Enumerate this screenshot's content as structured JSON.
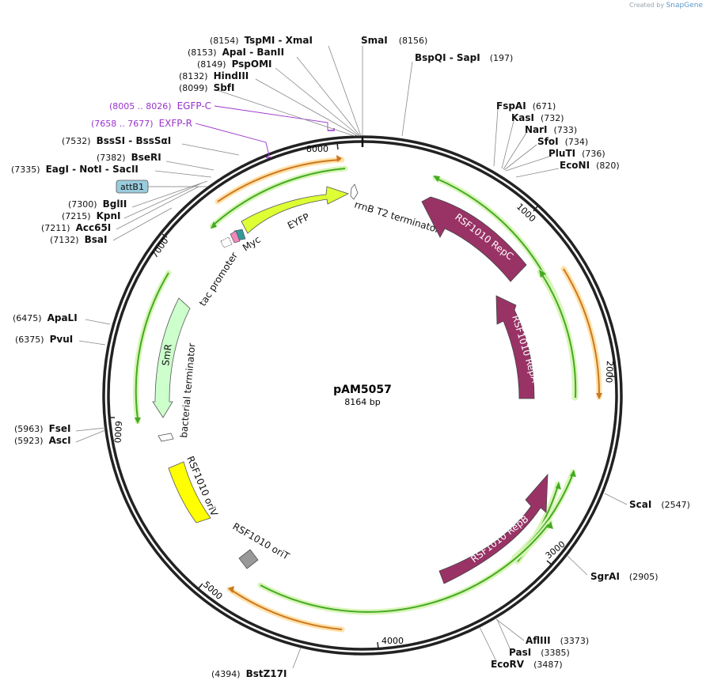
{
  "watermark": {
    "prefix": "Created by",
    "brand": "SnapGene"
  },
  "plasmid": {
    "name": "pAM5057",
    "size_label": "8164 bp",
    "length": 8164
  },
  "ticks": [
    "1000",
    "2000",
    "3000",
    "4000",
    "5000",
    "6000",
    "7000",
    "8000"
  ],
  "enzymes": [
    {
      "id": "e1",
      "pos": "(8154)",
      "name": "TspMI  - XmaI"
    },
    {
      "id": "e2",
      "pos": "(8153)",
      "name": "ApaI  - BanII"
    },
    {
      "id": "e3",
      "pos": "(8149)",
      "name": "PspOMI"
    },
    {
      "id": "e4",
      "pos": "(8132)",
      "name": "HindIII"
    },
    {
      "id": "e5",
      "pos": "(8099)",
      "name": "SbfI"
    },
    {
      "id": "e6",
      "pos": "(8156)",
      "name": "SmaI"
    },
    {
      "id": "e7",
      "pos": "(197)",
      "name": "BspQI  - SapI"
    },
    {
      "id": "e8",
      "pos": "(671)",
      "name": "FspAI"
    },
    {
      "id": "e9",
      "pos": "(732)",
      "name": "KasI"
    },
    {
      "id": "e10",
      "pos": "(733)",
      "name": "NarI"
    },
    {
      "id": "e11",
      "pos": "(734)",
      "name": "SfoI"
    },
    {
      "id": "e12",
      "pos": "(736)",
      "name": "PluTI"
    },
    {
      "id": "e13",
      "pos": "(820)",
      "name": "EcoNI"
    },
    {
      "id": "e14",
      "pos": "(7532)",
      "name": "BssSI  - BssSαI"
    },
    {
      "id": "e15",
      "pos": "(7382)",
      "name": "BseRI"
    },
    {
      "id": "e16",
      "pos": "(7335)",
      "name": "EagI  - NotI  - SacII"
    },
    {
      "id": "e17",
      "pos": "(7300)",
      "name": "BglII"
    },
    {
      "id": "e18",
      "pos": "(7215)",
      "name": "KpnI"
    },
    {
      "id": "e19",
      "pos": "(7211)",
      "name": "Acc65I"
    },
    {
      "id": "e20",
      "pos": "(7132)",
      "name": "BsaI"
    },
    {
      "id": "e21",
      "pos": "(6475)",
      "name": "ApaLI"
    },
    {
      "id": "e22",
      "pos": "(6375)",
      "name": "PvuI"
    },
    {
      "id": "e23",
      "pos": "(5963)",
      "name": "FseI"
    },
    {
      "id": "e24",
      "pos": "(5923)",
      "name": "AscI"
    },
    {
      "id": "e25",
      "pos": "(2547)",
      "name": "ScaI"
    },
    {
      "id": "e26",
      "pos": "(2905)",
      "name": "SgrAI"
    },
    {
      "id": "e27",
      "pos": "(3373)",
      "name": "AflIII"
    },
    {
      "id": "e28",
      "pos": "(3385)",
      "name": "PasI"
    },
    {
      "id": "e29",
      "pos": "(3487)",
      "name": "EcoRV"
    },
    {
      "id": "e30",
      "pos": "(4394)",
      "name": "BstZ17I"
    }
  ],
  "primers": [
    {
      "id": "p1",
      "pos": "(8005 .. 8026)",
      "name": "EGFP-C"
    },
    {
      "id": "p2",
      "pos": "(7658 .. 7677)",
      "name": "EXFP-R"
    }
  ],
  "features": [
    {
      "id": "f1",
      "name": "EYFP",
      "color": "#ddff33"
    },
    {
      "id": "f2",
      "name": "rrnB T2 terminator",
      "color": "#ffffff"
    },
    {
      "id": "f3",
      "name": "RSF1010 RepC",
      "color": "#993366"
    },
    {
      "id": "f4",
      "name": "RSF1010 RepA",
      "color": "#993366"
    },
    {
      "id": "f5",
      "name": "RSF1010 RepB",
      "color": "#993366"
    },
    {
      "id": "f6",
      "name": "Myc",
      "color": "#339999"
    },
    {
      "id": "f7",
      "name": "tac promoter",
      "color": "#ffffff"
    },
    {
      "id": "f8",
      "name": "SmR",
      "color": "#ccffcc"
    },
    {
      "id": "f9",
      "name": "bacterial terminator",
      "color": "#ffffff"
    },
    {
      "id": "f10",
      "name": "RSF1010 oriV",
      "color": "#ffff00"
    },
    {
      "id": "f11",
      "name": "RSF1010 oriT",
      "color": "#999999"
    },
    {
      "id": "f12",
      "name": "attB1",
      "color": "#99ccdd"
    }
  ],
  "colors": {
    "backbone": "#222222",
    "orf_green": "#44aa22",
    "orf_orange": "#cc7722",
    "primer": "#9933cc"
  }
}
